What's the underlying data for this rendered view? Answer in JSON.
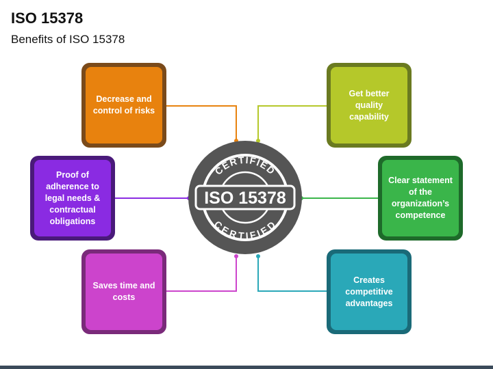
{
  "header": {
    "title": "ISO 15378",
    "subtitle": "Benefits of ISO 15378"
  },
  "center": {
    "top_text": "CERTIFIED",
    "main_text": "ISO 15378",
    "bottom_text": "CERTIFIED"
  },
  "cards": [
    {
      "text": "Decrease and control of risks",
      "color": "#e8820e",
      "border": "#7a4a1a"
    },
    {
      "text": "Get better quality capability",
      "color": "#b5c82a",
      "border": "#6a7a20"
    },
    {
      "text": "Proof of adherence to legal needs & contractual obligations",
      "color": "#8a2be2",
      "border": "#4a1a7a"
    },
    {
      "text": "Clear statement of the organization’s competence",
      "color": "#3ab54a",
      "border": "#1e6a2a"
    },
    {
      "text": "Saves time and costs",
      "color": "#cc44cc",
      "border": "#7a2a7a"
    },
    {
      "text": "Creates competitive advantages",
      "color": "#2aa8b8",
      "border": "#1a6a78"
    }
  ]
}
